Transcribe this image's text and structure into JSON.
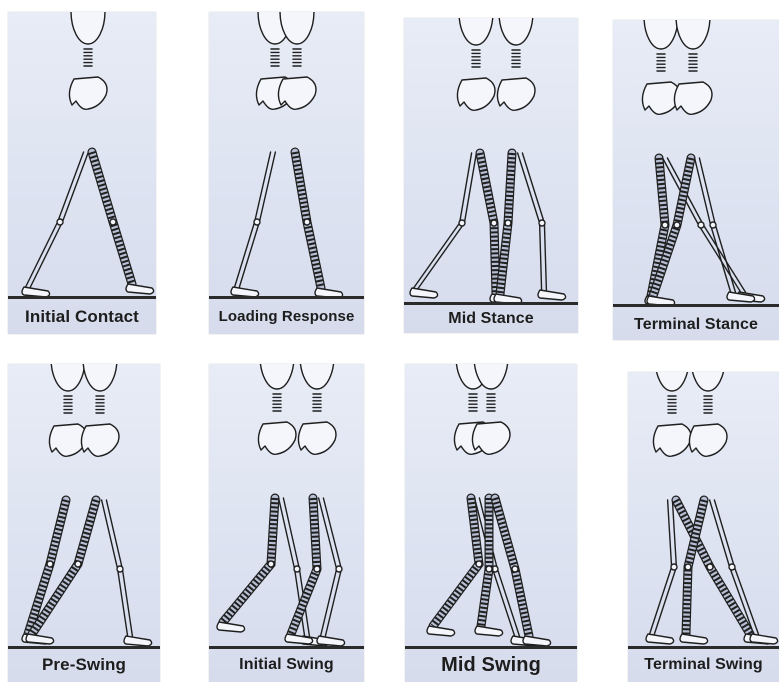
{
  "figure": {
    "panels": [
      {
        "id": "initial-contact",
        "label": "Initial Contact"
      },
      {
        "id": "loading-response",
        "label": "Loading Response"
      },
      {
        "id": "mid-stance",
        "label": "Mid Stance"
      },
      {
        "id": "terminal-stance",
        "label": "Terminal Stance"
      },
      {
        "id": "pre-swing",
        "label": "Pre-Swing"
      },
      {
        "id": "initial-swing",
        "label": "Initial Swing"
      },
      {
        "id": "mid-swing",
        "label": "Mid Swing"
      },
      {
        "id": "terminal-swing",
        "label": "Terminal Swing"
      }
    ]
  }
}
